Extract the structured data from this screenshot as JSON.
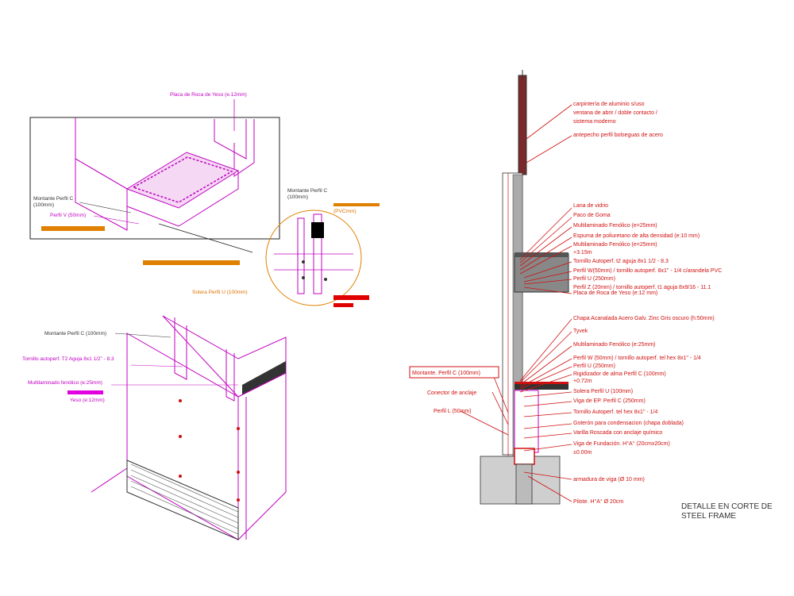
{
  "colors": {
    "magenta": "#c000c0",
    "red": "#d01010",
    "orange": "#e08000",
    "black": "#222222"
  },
  "top_left": {
    "placa_label": "Placa de Roca de Yeso (e.12mm)",
    "montante_label": "Montante Perfil C\n(100mm)",
    "perfil_v_label": "Perfil V (50mm)",
    "detail_montante_label": "Montante Perfil C\n(100mm)",
    "detail_pvc_label": "(PVCmm)",
    "solera_label": "Solera Perfil U (100mm)"
  },
  "bottom_left": {
    "montante_label": "Montante Perfil C (100mm)",
    "tornillo_label": "Tornillo autoperf. T2 Aguja 8x1 1/2\" - 8.3",
    "multilaminado_label": "Multilaminado fenólico (e:25mm)",
    "yeso_label": "Yeso (e:12mm)"
  },
  "section": {
    "right_labels": [
      "carpintería de aluminio s/uso",
      "ventana de abrir / doble contacto /",
      "sistema moderno",
      "antepecho perfil bolseguas de acero",
      "Lana de vidrio",
      "Paco de Goma",
      "Multilaminado Fenólico (e=25mm)",
      "Espuma de poliuretano de alta densidad (e:10 mm)",
      "Multilaminado Fenólico (e=25mm)",
      "+3.15m",
      "Tornillo Autoperf. t2 aguja 8x1 1/2 - 8.3",
      "Perfil W(50mm) / tornillo autoperf. 8x1\" - 1/4 c/arandela PVC",
      "Perfil U (250mm)",
      "Perfil Z (20mm) / tornillo autoperf. t1 aguja 8x9/16 - 11.1",
      "Placa de Roca de Yeso (e:12 mm)",
      "Chapa Acanalada Acero Galv. Zinc Gris oscuro (h:50mm)",
      "Tyvek",
      "Multilaminado Fenólico (e:25mm)",
      "Perfil W (50mm) / tornillo autoperf. tel hex 8x1\" - 1/4",
      "Perfil U (250mm)",
      "Rigidizador de alma Perfil C (100mm)",
      "+0.72m",
      "Solera Perfil U (100mm)",
      "Viga de EP. Perfil C (250mm)",
      "Tornillo Autoperf. tel hex 8x1\" - 1/4",
      "Goterón para condensacion (chapa doblada)",
      "Varilla Roscada con anclaje químico",
      "Viga de Fundación. H°A° (20cmx20cm)",
      "±0.00m",
      "armadura de viga (Ø 10 mm)",
      "Pilote. H°A° Ø 20cm"
    ],
    "left_labels": [
      "Montante. Perfil C (100mm)",
      "Conector de anclaje",
      "Perfil L (50mm)"
    ],
    "title_line1": "DETALLE EN CORTE DE",
    "title_line2": "STEEL FRAME"
  }
}
